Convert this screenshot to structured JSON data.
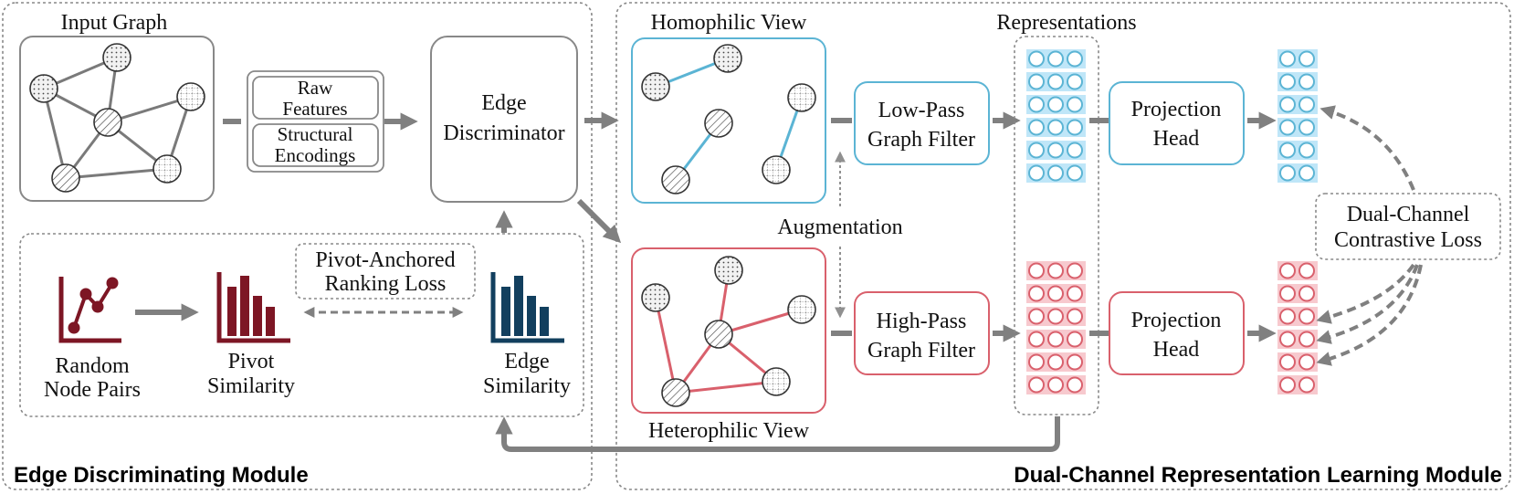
{
  "modules": {
    "left_title": "Edge Discriminating Module",
    "right_title": "Dual-Channel Representation Learning Module"
  },
  "input_graph": {
    "title": "Input Graph"
  },
  "features": {
    "line1": "Raw",
    "line2": "Features",
    "line3": "Structural",
    "line4": "Encodings"
  },
  "edge_discriminator": {
    "line1": "Edge",
    "line2": "Discriminator"
  },
  "similarity": {
    "random_line1": "Random",
    "random_line2": "Node Pairs",
    "pivot_line1": "Pivot",
    "pivot_line2": "Similarity",
    "edge_line1": "Edge",
    "edge_line2": "Similarity",
    "loss_line1": "Pivot-Anchored",
    "loss_line2": "Ranking Loss"
  },
  "views": {
    "homophilic": "Homophilic View",
    "heterophilic": "Heterophilic View",
    "augmentation": "Augmentation"
  },
  "filters": {
    "low_line1": "Low-Pass",
    "low_line2": "Graph Filter",
    "high_line1": "High-Pass",
    "high_line2": "Graph Filter"
  },
  "representations": {
    "title": "Representations"
  },
  "projection": {
    "line1": "Projection",
    "line2": "Head"
  },
  "contrastive": {
    "line1": "Dual-Channel",
    "line2": "Contrastive Loss"
  },
  "colors": {
    "blue": "#5bb4d4",
    "blue_fill": "#bfe6f8",
    "red": "#d9606c",
    "red_fill": "#f7c9ce",
    "dark_red": "#7d1624",
    "dark_blue": "#123f5e",
    "gray": "#808080"
  }
}
